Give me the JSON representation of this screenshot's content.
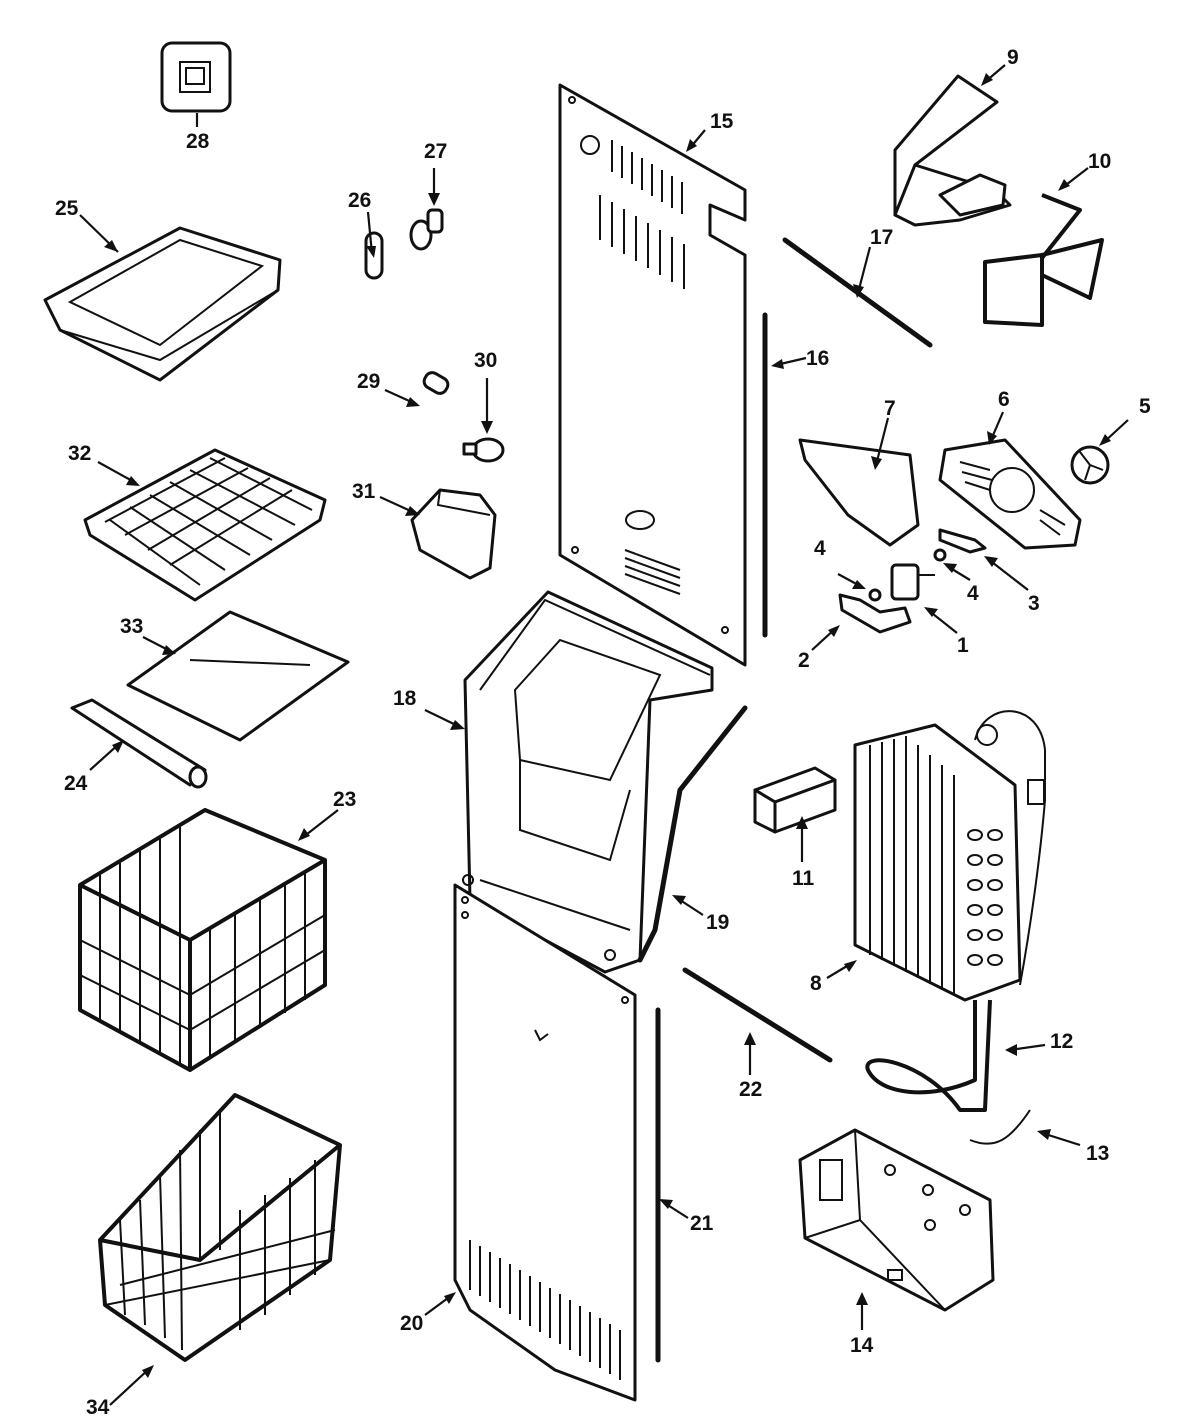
{
  "callouts": [
    {
      "id": "1",
      "label": "1"
    },
    {
      "id": "2",
      "label": "2"
    },
    {
      "id": "3",
      "label": "3"
    },
    {
      "id": "4a",
      "label": "4"
    },
    {
      "id": "4b",
      "label": "4"
    },
    {
      "id": "5",
      "label": "5"
    },
    {
      "id": "6",
      "label": "6"
    },
    {
      "id": "7",
      "label": "7"
    },
    {
      "id": "8",
      "label": "8"
    },
    {
      "id": "9",
      "label": "9"
    },
    {
      "id": "10",
      "label": "10"
    },
    {
      "id": "11",
      "label": "11"
    },
    {
      "id": "12",
      "label": "12"
    },
    {
      "id": "13",
      "label": "13"
    },
    {
      "id": "14",
      "label": "14"
    },
    {
      "id": "15",
      "label": "15"
    },
    {
      "id": "16",
      "label": "16"
    },
    {
      "id": "17",
      "label": "17"
    },
    {
      "id": "18",
      "label": "18"
    },
    {
      "id": "19",
      "label": "19"
    },
    {
      "id": "20",
      "label": "20"
    },
    {
      "id": "21",
      "label": "21"
    },
    {
      "id": "22",
      "label": "22"
    },
    {
      "id": "23",
      "label": "23"
    },
    {
      "id": "24",
      "label": "24"
    },
    {
      "id": "25",
      "label": "25"
    },
    {
      "id": "26",
      "label": "26"
    },
    {
      "id": "27",
      "label": "27"
    },
    {
      "id": "28",
      "label": "28"
    },
    {
      "id": "29",
      "label": "29"
    },
    {
      "id": "30",
      "label": "30"
    },
    {
      "id": "31",
      "label": "31"
    },
    {
      "id": "32",
      "label": "32"
    },
    {
      "id": "33",
      "label": "33"
    },
    {
      "id": "34",
      "label": "34"
    }
  ]
}
